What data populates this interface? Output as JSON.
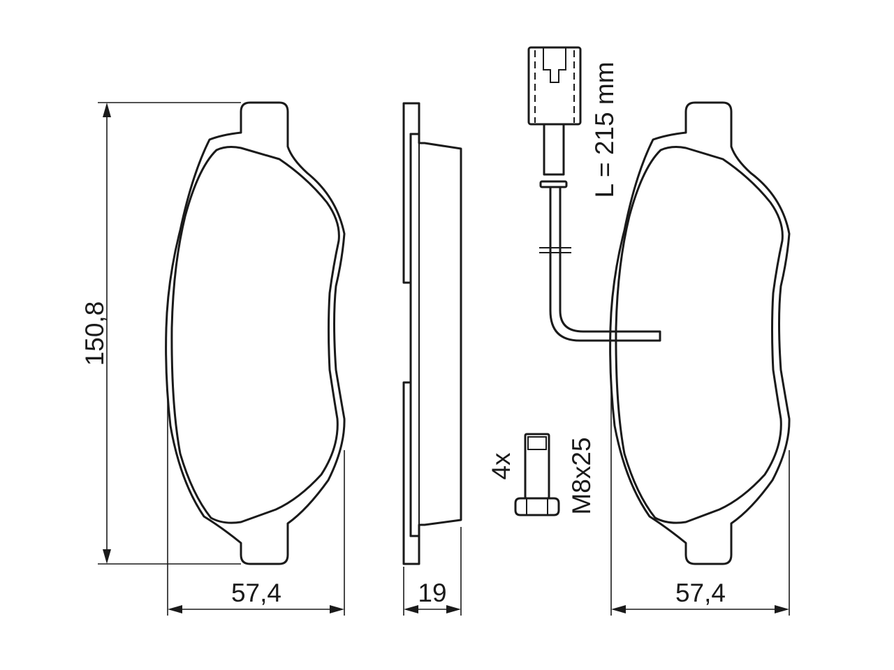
{
  "dimensions": {
    "height": "150,8",
    "width_left": "57,4",
    "thickness": "19",
    "width_right": "57,4"
  },
  "sensor": {
    "length": "L = 215 mm"
  },
  "bolt": {
    "quantity": "4x",
    "size": "M8x25"
  }
}
